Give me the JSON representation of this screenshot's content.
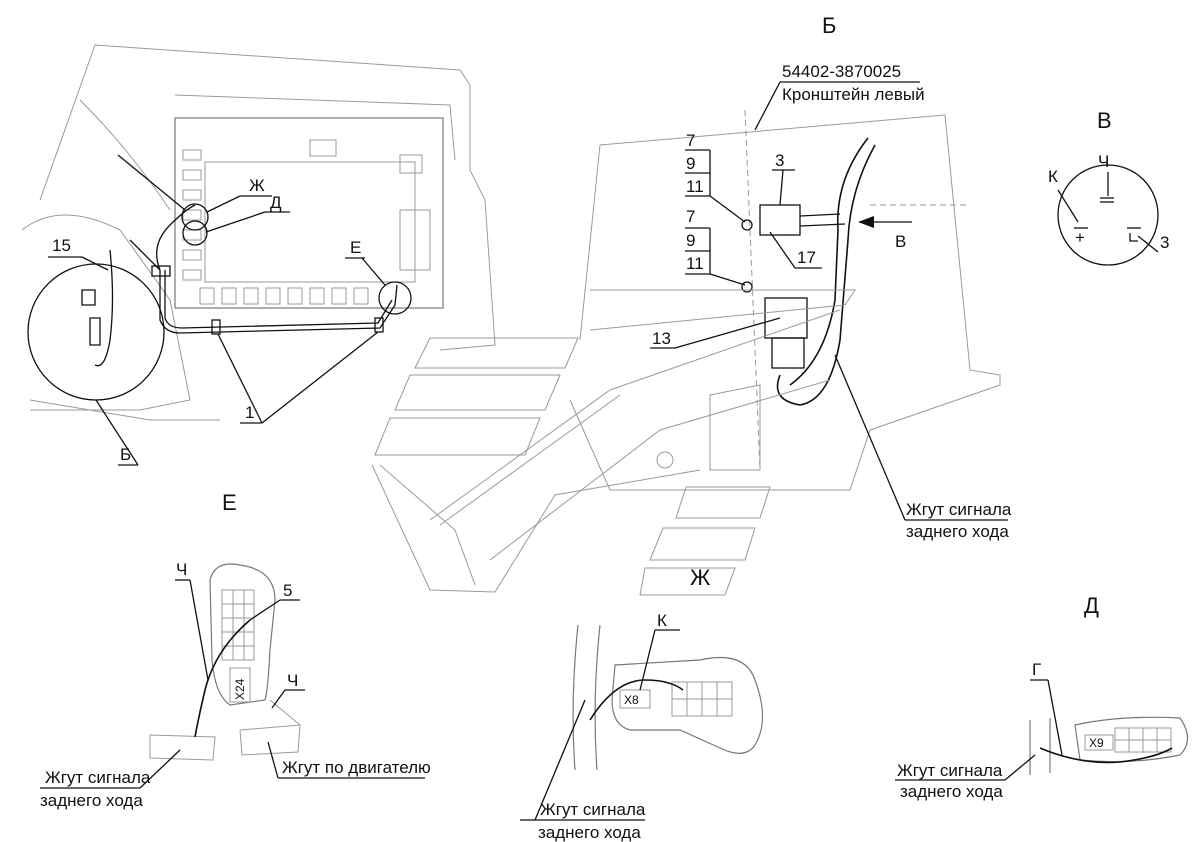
{
  "views": {
    "b_title": "Б",
    "v_title": "В",
    "e_title": "Е",
    "d_title": "Д",
    "zh_title": "Ж"
  },
  "main_view": {
    "callout_zh": "Ж",
    "callout_d": "Д",
    "callout_e": "Е",
    "callout_15": "15",
    "callout_1": "1",
    "callout_b": "Б"
  },
  "view_b": {
    "part_number": "54402-3870025",
    "part_name": "Кронштейн левый",
    "pos_7a": "7",
    "pos_9a": "9",
    "pos_11a": "11",
    "pos_7b": "7",
    "pos_9b": "9",
    "pos_11b": "11",
    "pos_3": "3",
    "pos_17": "17",
    "pos_13": "13",
    "arrow_v": "В",
    "harness_line1": "Жгут сигнала",
    "harness_line2": "заднего хода"
  },
  "view_v": {
    "k": "К",
    "ch": "Ч",
    "plus": "+",
    "minus": "=",
    "pos_3": "3"
  },
  "view_e": {
    "ch_top": "Ч",
    "pos_5": "5",
    "connector": "X24",
    "ch_bottom": "Ч",
    "harness_line1": "Жгут сигнала",
    "harness_line2": "заднего хода",
    "engine_harness": "Жгут по двигателю"
  },
  "view_zh": {
    "k": "К",
    "connector": "X8",
    "harness_line1": "Жгут сигнала",
    "harness_line2": "заднего хода"
  },
  "view_d": {
    "g": "Г",
    "connector": "X9",
    "harness_line1": "Жгут сигнала",
    "harness_line2": "заднего хода"
  }
}
